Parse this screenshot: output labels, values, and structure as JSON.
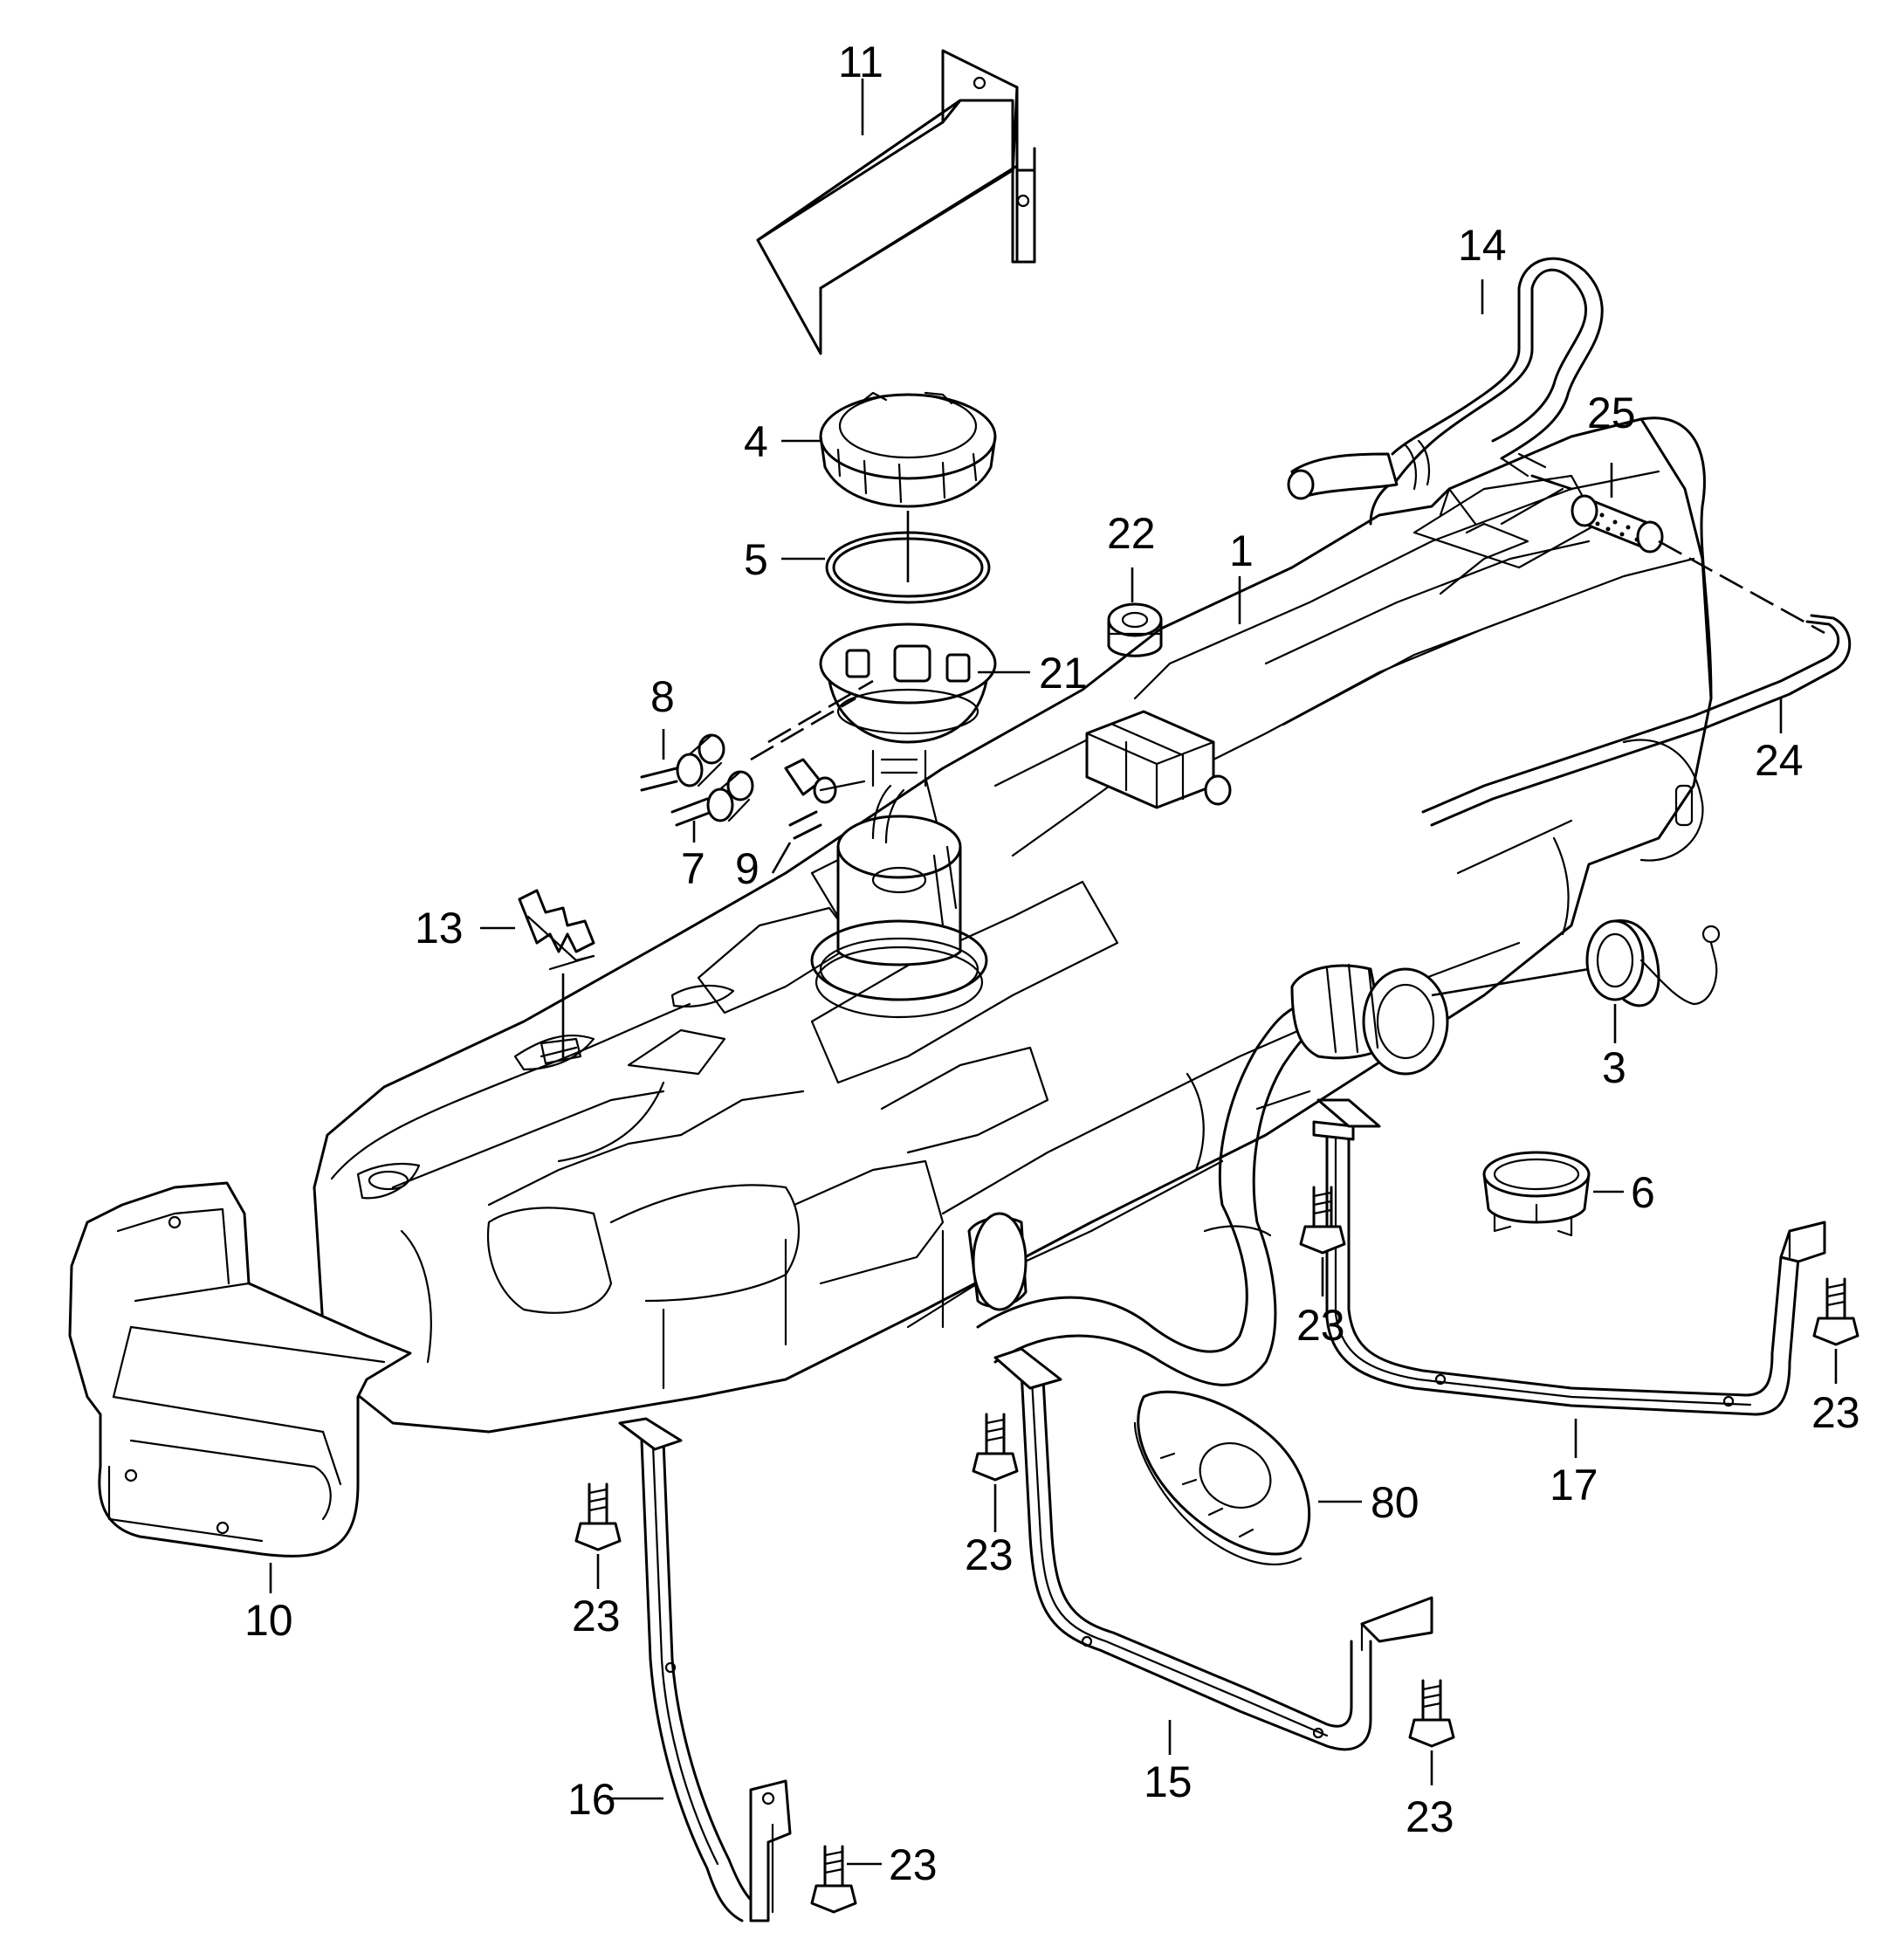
{
  "callouts": {
    "c1": "1",
    "c3": "3",
    "c4": "4",
    "c5": "5",
    "c6": "6",
    "c7": "7",
    "c8": "8",
    "c9": "9",
    "c10": "10",
    "c11": "11",
    "c13": "13",
    "c14": "14",
    "c15": "15",
    "c16": "16",
    "c17": "17",
    "c21": "21",
    "c22": "22",
    "c23a": "23",
    "c23b": "23",
    "c23c": "23",
    "c23d": "23",
    "c23e": "23",
    "c23f": "23",
    "c24": "24",
    "c25": "25",
    "c80": "80"
  }
}
